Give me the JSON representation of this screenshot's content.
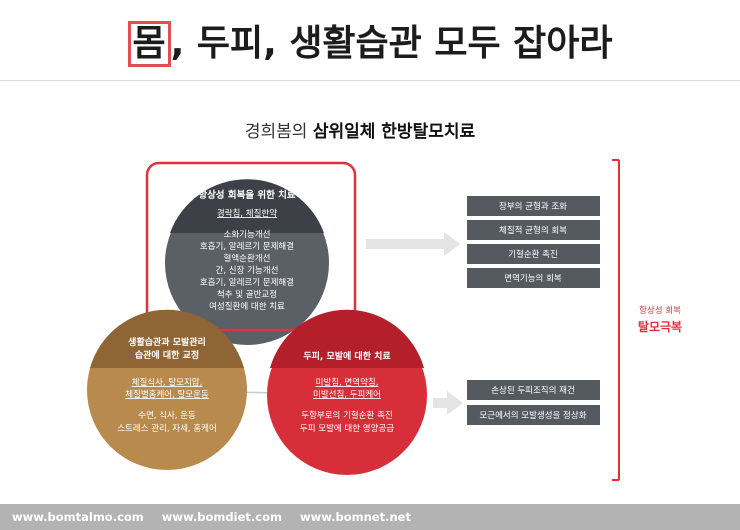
{
  "headline": {
    "highlight": "몸",
    "rest": ", 두피, 생활습관 모두 잡아라"
  },
  "subtitle": {
    "prefix": "경희봄의",
    "bold": "삼위일체 한방탈모치료"
  },
  "top_circle": {
    "title": "항상성 회복을 위한 치료",
    "underline": "경락침, 체질한약",
    "items": [
      "소화기능개선",
      "호흡기, 알레르기 문제해결",
      "혈액순환개선",
      "간, 신장 기능개선",
      "호흡기, 알레르기 문제해결",
      "척추 및 골반교정",
      "여성질환에 대한 치료"
    ]
  },
  "left_circle": {
    "title_lines": [
      "생활습관과 모발관리",
      "습관에 대한 교정"
    ],
    "underline": [
      "체질식사, 탈모지압,",
      "체질별홈케어, 탈모운동"
    ],
    "items": [
      "수면, 식사, 운동",
      "스트레스 관리, 자세, 홈케어"
    ]
  },
  "right_circle": {
    "title": "두피, 모발에 대한 치료",
    "underline": [
      "미발침, 면역약침,",
      "미발선침, 두피케어"
    ],
    "items": [
      "두항부로의 기혈순환 촉진",
      "두피 모발에 대한 영양공급"
    ]
  },
  "right_boxes_top": [
    "장부의 균형과 조화",
    "체질적 균형의 회복",
    "기혈순환 촉진",
    "면역기능의 회복"
  ],
  "right_boxes_bottom": [
    "손상된 두피조직의 재건",
    "모근에서의 모발생성을 정상화"
  ],
  "side_label": [
    "항상성 회복",
    "탈모극복"
  ],
  "footer": {
    "links": [
      "www.bomtalmo.com",
      "www.bomdiet.com",
      "www.bomnet.net"
    ]
  },
  "colors": {
    "accent": "#e0313c",
    "top_circle": "#5b5f66",
    "left_circle": "#b88a4e",
    "right_circle": "#d72f39",
    "box": "#555a61"
  }
}
